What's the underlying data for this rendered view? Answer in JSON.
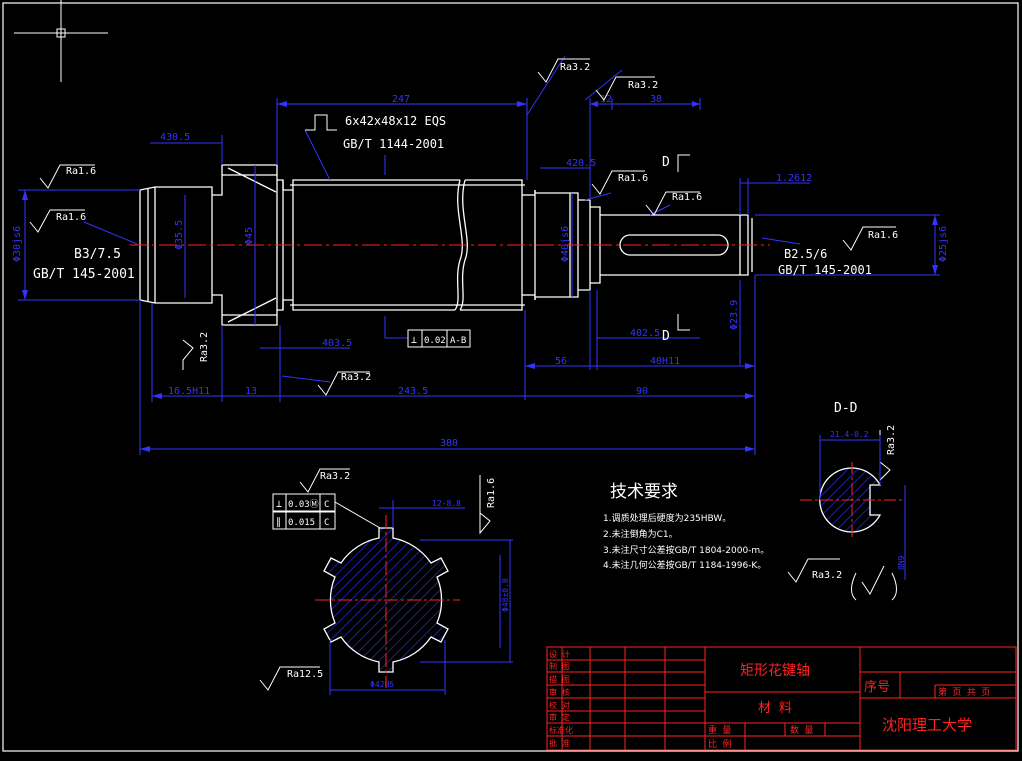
{
  "colors": {
    "background": "#000000",
    "outline": "#ffffff",
    "dimension": "#3333ff",
    "centerline": "#ff2222",
    "title_block": "#ff2222",
    "hatch": "#3333ff",
    "text": "#ffffff"
  },
  "spline_spec": {
    "line1": "6x42x48x12 EQS",
    "line2": "GB/T 1144-2001"
  },
  "center_hole_left": {
    "line1": "B3/7.5",
    "line2": "GB/T 145-2001"
  },
  "center_hole_right": {
    "line1": "B2.5/6",
    "line2": "GB/T 145-2001"
  },
  "roughness": {
    "r1": "Ra1.6",
    "r2": "Ra1.6",
    "r3": "Ra3.2",
    "r4": "Ra3.2",
    "r5": "Ra1.6",
    "r6": "Ra1.6",
    "r7": "Ra1.6",
    "r8": "Ra3.2",
    "r9": "Ra3.2",
    "r10": "Ra3.2",
    "r11": "Ra1.6",
    "r12": "Ra12.5",
    "r13": "Ra3.2",
    "r14": "Ra3.2"
  },
  "dimensions": {
    "d247": "247",
    "d12": "12",
    "d38": "38",
    "d430": "430.5",
    "d420r": "420.5",
    "phi_left": "Φ30js6",
    "phi35": "Φ35.5",
    "phi45": "Φ45",
    "phi_mid": "Φ40js6",
    "phi_right": "Φ25js6",
    "d12top": "1.2612",
    "d403": "403.5",
    "d402": "402.5",
    "d56": "56",
    "d40h": "40H11",
    "phi23": "Φ23.9",
    "d16": "16.5H11",
    "d13": "13",
    "d243": "243.5",
    "d90": "90",
    "d380": "380",
    "d12_8": "12-8.8",
    "phi_b": "Φ48±0.8",
    "phi_c": "Φ42H5",
    "dd": "21.4-0.2",
    "dd_v": "8N9"
  },
  "tolerance_frame": {
    "symbol": "⊥",
    "value": "0.02",
    "datum": "A-B"
  },
  "section_tol": {
    "row1": {
      "sym": "⊥",
      "val": "0.03Ⓜ",
      "datum": "C"
    },
    "row2": {
      "sym": "∥",
      "val": "0.015",
      "datum": "C"
    }
  },
  "section_labels": {
    "d_top": "D",
    "d_bottom": "D",
    "dd_title": "D-D"
  },
  "tech_requirements": {
    "title": "技术要求",
    "items": [
      "1.调质处理后硬度为235HBW。",
      "2.未注倒角为C1。",
      "3.未注尺寸公差按GB/T 1804-2000-m。",
      "4.未注几何公差按GB/T 1184-1996-K。"
    ]
  },
  "title_block": {
    "part_name": "矩形花键轴",
    "material_label": "材  料",
    "serial_label": "序号",
    "sheet_label": "第  页 共  页",
    "university": "沈阳理工大学",
    "rows": [
      "设 计",
      "制 图",
      "描 图",
      "审 核",
      "校 对",
      "审 定",
      "标准化",
      "批 准"
    ],
    "bottom_labels": {
      "weight": "重 量",
      "qty": "数 量",
      "scale": "比 例"
    }
  }
}
